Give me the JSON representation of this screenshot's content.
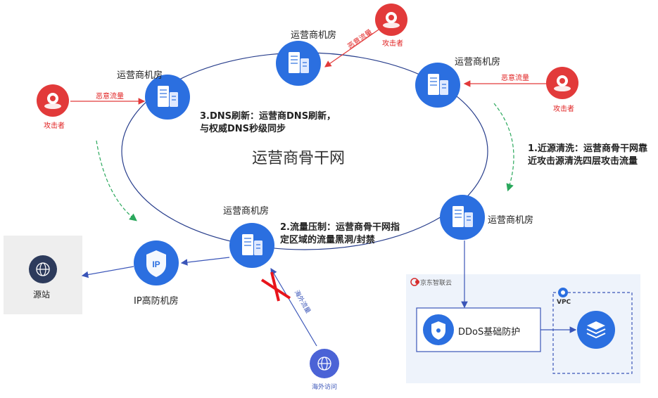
{
  "diagram": {
    "center_title": "运营商骨干网",
    "isp_room_label": "运营商机房",
    "attacker_label": "攻击者",
    "malicious_traffic": "恶意流量",
    "steps": {
      "step1_line1": "1.近源清洗：运营商骨干网靠",
      "step1_line2": "近攻击源清洗四层攻击流量",
      "step2_line1": "2.流量压制：运营商骨干网指",
      "step2_line2": "定区域的流量黑洞/封禁",
      "step3_line1": "3.DNS刷新：运营商DNS刷新，",
      "step3_line2": "与权威DNS秒级同步"
    },
    "origin_label": "源站",
    "ip_room_label": "IP高防机房",
    "overseas_traffic": "海外流量",
    "overseas_access": "海外访问",
    "jd_cloud": "京东智联云",
    "ddos_label": "DDoS基础防护",
    "vpc_label": "VPC",
    "colors": {
      "node_blue": "#2b6fe0",
      "attacker_red": "#e23a3a",
      "arrow_blue": "#3a55b8",
      "arrow_green": "#2aa85c",
      "cross_red": "#e8141b"
    }
  }
}
